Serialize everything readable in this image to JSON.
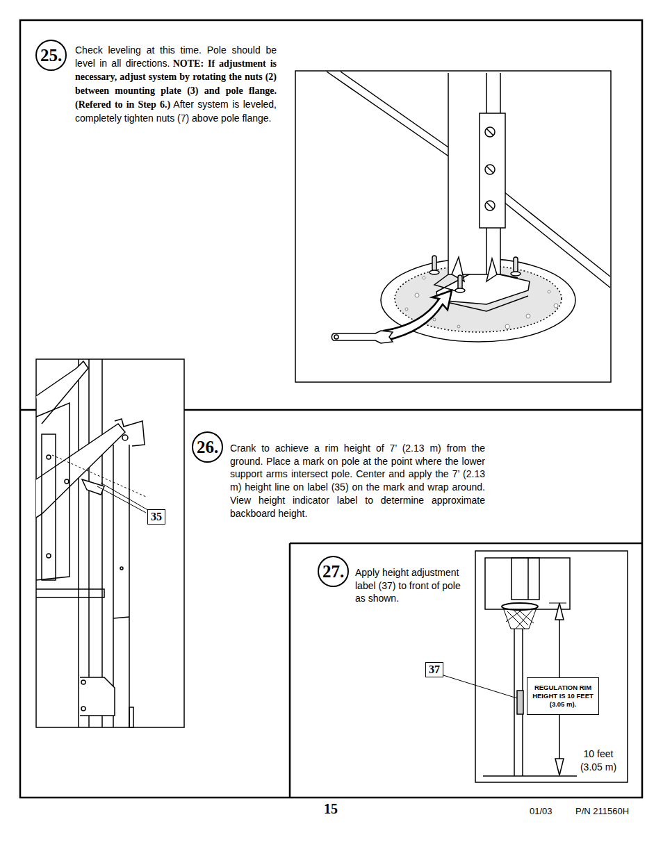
{
  "diagram": {
    "nodes": [
      {
        "text": [
          "25."
        ]
      },
      {
        "text": [
          "26."
        ]
      },
      {
        "text": [
          "35"
        ]
      },
      {
        "text": [
          "27."
        ]
      },
      {
        "text": [
          "37"
        ]
      },
      {
        "text": [
          "REGULATION RIM HEIGHT IS 10 FEET (3.05 m)."
        ]
      }
    ],
    "edges": [],
    "labels": [
      "Check leveling at this time. Pole should be level in all directions.",
      "NOTE: If adjustment is necessary, adjust system by rotating the nuts (2) between mounting plate (3) and pole flange. (Refered to in Step 6.)",
      "After system is leveled, completely tighten nuts (7) above pole flange.",
      "Crank to achieve a rim height of 7’ (2.13 m) from the ground. Place a mark on pole at the point where the lower support arms intersect pole. Center and apply the 7’ (2.13 m) height line on label (35) on the mark and wrap around. View height indicator label to determine approximate backboard height.",
      "Apply height adjustment label (37) to front of pole as shown.",
      "10 feet (3.05 m)",
      "15",
      "01/03",
      "P/N 211560H"
    ]
  }
}
